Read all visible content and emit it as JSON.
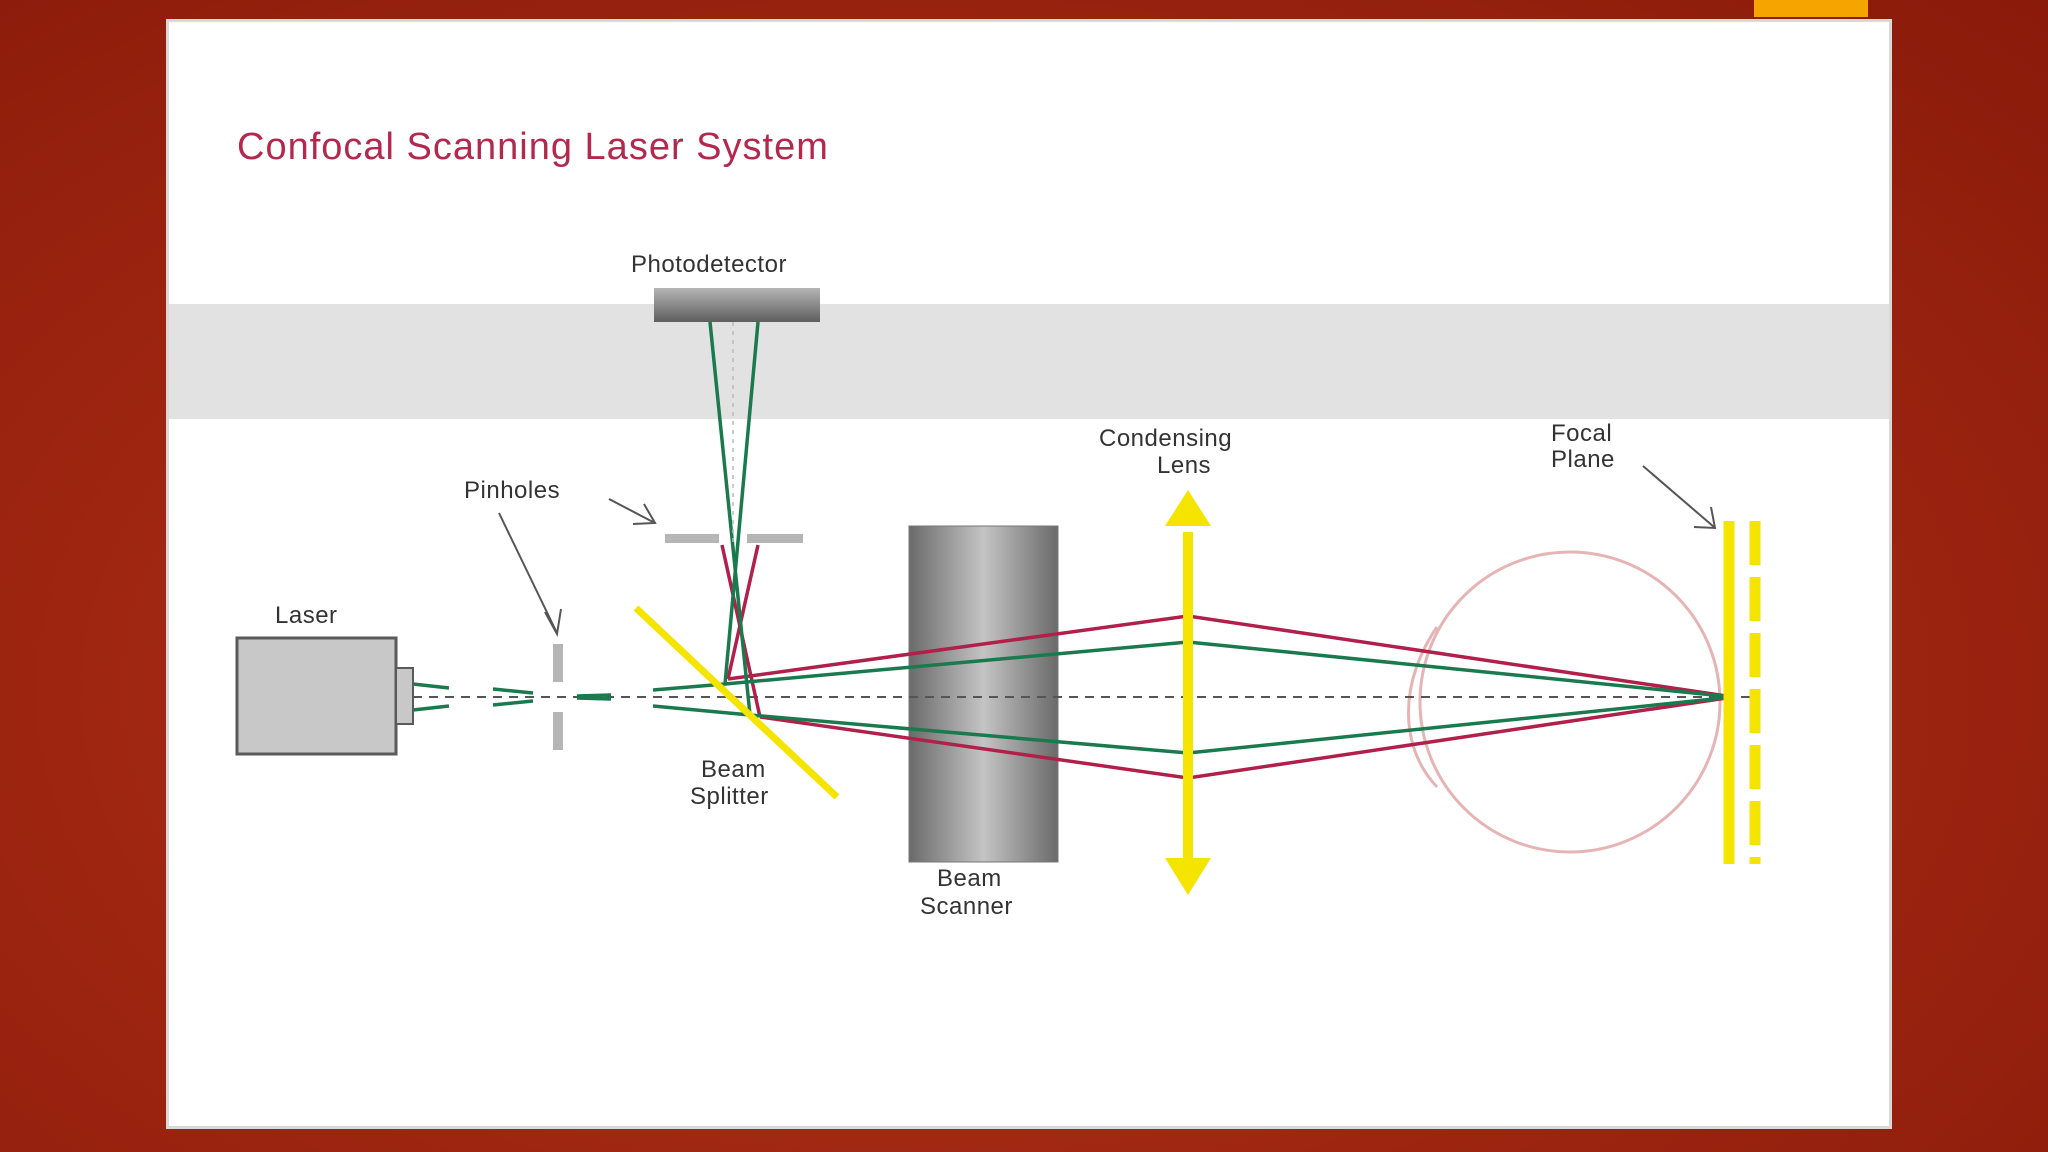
{
  "slide": {
    "title": "Confocal Scanning Laser System"
  },
  "diagram": {
    "labels": {
      "photodetector": "Photodetector",
      "pinholes": "Pinholes",
      "laser": "Laser",
      "beam_splitter_1": "Beam",
      "beam_splitter_2": "Splitter",
      "beam_scanner_1": "Beam",
      "beam_scanner_2": "Scanner",
      "condensing_lens_1": "Condensing",
      "condensing_lens_2": "Lens",
      "focal_plane_1": "Focal",
      "focal_plane_2": "Plane"
    },
    "colors": {
      "title": "#b4284e",
      "beam_red": "#b0204a",
      "beam_green": "#1a7a4e",
      "lens_yellow": "#f5e400",
      "component_gray": "#8a8a8a",
      "band_gray": "#e2e2e2",
      "eye_outline": "#e6b4b4"
    }
  }
}
